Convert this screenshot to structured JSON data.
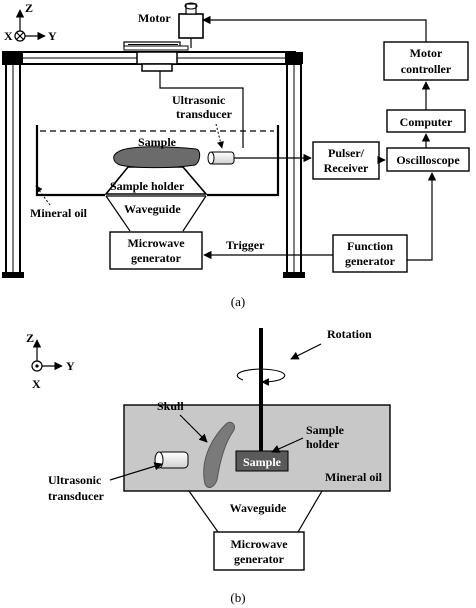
{
  "figure_a": {
    "caption": "(a)",
    "axes": {
      "z": "Z",
      "x": "X",
      "y": "Y"
    },
    "labels": {
      "motor": "Motor",
      "motor_controller_1": "Motor",
      "motor_controller_2": "controller",
      "computer": "Computer",
      "ultrasonic_1": "Ultrasonic",
      "ultrasonic_2": "transducer",
      "sample": "Sample",
      "sample_holder": "Sample holder",
      "waveguide": "Waveguide",
      "mineral_oil": "Mineral oil",
      "pulser_1": "Pulser/",
      "pulser_2": "Receiver",
      "oscilloscope": "Oscilloscope",
      "microwave_1": "Microwave",
      "microwave_2": "generator",
      "trigger": "Trigger",
      "function_1": "Function",
      "function_2": "generator"
    }
  },
  "figure_b": {
    "caption": "(b)",
    "axes": {
      "z": "Z",
      "x": "X",
      "y": "Y"
    },
    "labels": {
      "rotation": "Rotation",
      "skull": "Skull",
      "sample_holder_1": "Sample",
      "sample_holder_2": "holder",
      "sample": "Sample",
      "mineral_oil": "Mineral oil",
      "ultrasonic_1": "Ultrasonic",
      "ultrasonic_2": "transducer",
      "waveguide": "Waveguide",
      "microwave_1": "Microwave",
      "microwave_2": "generator"
    }
  },
  "colors": {
    "tank_fill": "#c8c8c8",
    "sample_fill": "#6b6b6b",
    "skull_fill": "#7a7a7a",
    "holder_fill": "#5a5a5a"
  }
}
